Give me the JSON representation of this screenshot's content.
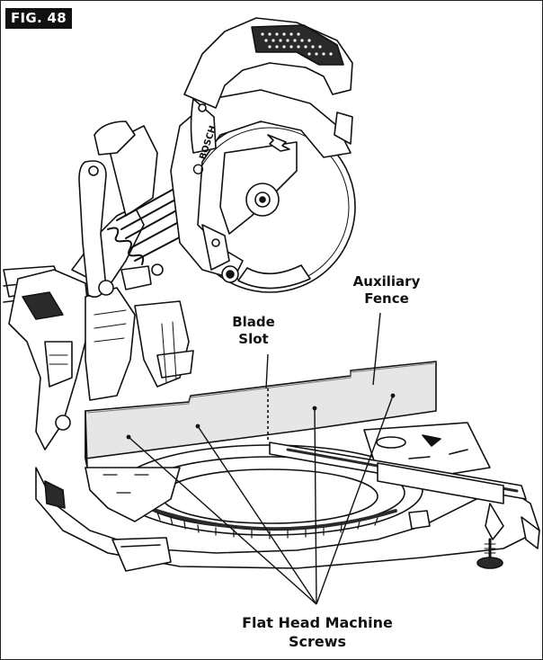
{
  "figure": {
    "badge": "FIG. 48",
    "brand_mark": "BOSCH"
  },
  "callouts": {
    "blade_slot": {
      "line1": "Blade",
      "line2": "Slot"
    },
    "auxiliary_fence": {
      "line1": "Auxiliary",
      "line2": "Fence"
    },
    "screws": {
      "line1": "Flat Head Machine",
      "line2": "Screws"
    }
  },
  "colors": {
    "ink": "#111111",
    "fence_fill": "#e6e6e6",
    "dark_part": "#2a2a2a",
    "mid_gray": "#9a9a9a",
    "paper": "#ffffff"
  },
  "icons": [
    "miter-saw-illustration",
    "rotation-arrow-icon"
  ]
}
